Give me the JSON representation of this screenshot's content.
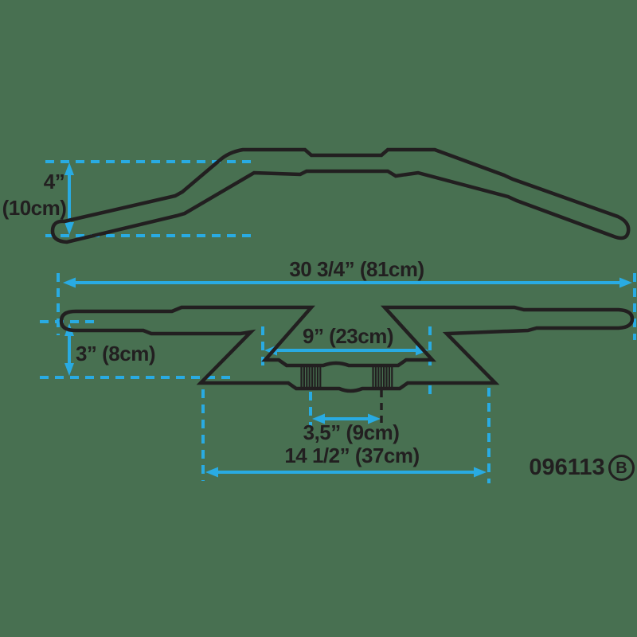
{
  "colors": {
    "background": "#487051",
    "line": "#221f20",
    "accent": "#29abe2",
    "text": "#221f20"
  },
  "diagram": {
    "type": "technical-dimension-drawing",
    "subject": "motorcycle Z-bar handlebar, front view (rise) and top view (pullback)",
    "views": [
      "front-elevation",
      "top-plan"
    ],
    "measurements": [
      {
        "name": "rise",
        "inches": "4”",
        "metric": "(10cm)"
      },
      {
        "name": "overall-width",
        "text": "30 3/4” (81cm)"
      },
      {
        "name": "center-section-width",
        "text": "9” (23cm)"
      },
      {
        "name": "pullback",
        "text": "3” (8cm)"
      },
      {
        "name": "clamp-knurl-spacing",
        "text": "3,5” (9cm)"
      },
      {
        "name": "lower-bend-width",
        "text": "14 1/2” (37cm)"
      }
    ]
  },
  "labels": {
    "rise_in": "4”",
    "rise_cm": "(10cm)",
    "overall": "30 3/4” (81cm)",
    "center": "9” (23cm)",
    "pullback": "3” (8cm)",
    "spacing": "3,5” (9cm)",
    "lower": "14 1/2” (37cm)",
    "part_number": "096113",
    "revision": "B"
  }
}
